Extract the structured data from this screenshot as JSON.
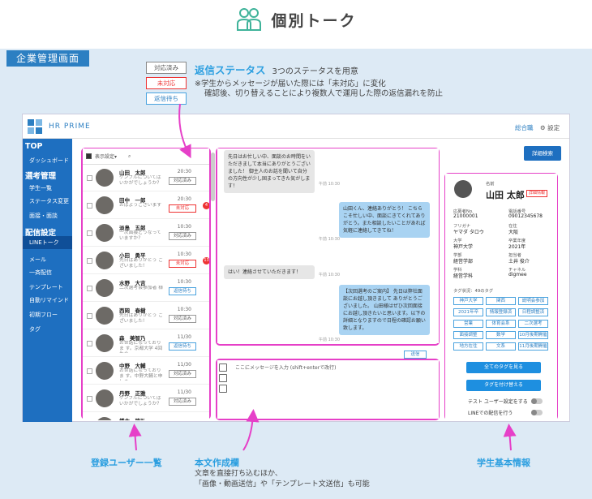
{
  "header": {
    "title": "個別トーク"
  },
  "section_tag": "企業管理画面",
  "status_annotation": {
    "badges": [
      {
        "label": "対応済み",
        "style": "gray"
      },
      {
        "label": "未対応",
        "style": "red"
      },
      {
        "label": "返信待ち",
        "style": "blue"
      }
    ],
    "title": "返信ステータス",
    "title_note": "3つのステータスを用意",
    "line1": "※学生からメッセージが届いた際には「未対応」に変化",
    "line2": "確認後、切り替えることにより複数人で運用した際の返信漏れを防止"
  },
  "app": {
    "logo_text": "HR PRIME",
    "top_link": "総合職",
    "top_settings": "⚙ 設定",
    "sidebar": [
      {
        "label": "TOP",
        "type": "head"
      },
      {
        "label": "ダッシュボード",
        "type": "item"
      },
      {
        "label": "選考管理",
        "type": "head"
      },
      {
        "label": "学生一覧",
        "type": "item"
      },
      {
        "label": "ステータス変更",
        "type": "item"
      },
      {
        "label": "面接・面談",
        "type": "item"
      },
      {
        "label": "配信設定",
        "type": "head"
      },
      {
        "label": "LINEトーク",
        "type": "active"
      },
      {
        "label": "メール",
        "type": "item"
      },
      {
        "label": "一斉配信",
        "type": "item"
      },
      {
        "label": "テンプレート",
        "type": "item"
      },
      {
        "label": "自動リマインド",
        "type": "item"
      },
      {
        "label": "初期フロー",
        "type": "item"
      },
      {
        "label": "タグ",
        "type": "item"
      }
    ],
    "list_header": "表示設定▾",
    "users": [
      {
        "name": "山田　太郎",
        "msg": "ケンブルについては いかがでしょうか?",
        "time": "20:30",
        "status": "対応済み",
        "style": "gray",
        "count": ""
      },
      {
        "name": "田中　一郎",
        "msg": "おはようございます",
        "time": "20:30",
        "status": "未対応",
        "style": "red",
        "count": "4"
      },
      {
        "name": "淡島　五郎",
        "msg": "一次面接どうなって いますか?",
        "time": "10:30",
        "status": "対応済み",
        "style": "gray",
        "count": ""
      },
      {
        "name": "小田　勇平",
        "msg": "先日はありがとう ございました!",
        "time": "10:30",
        "status": "未対応",
        "style": "red",
        "count": "13"
      },
      {
        "name": "水野　大吉",
        "msg": "二次選考会参加者 様",
        "time": "10:30",
        "status": "返信待ち",
        "style": "blue",
        "count": ""
      },
      {
        "name": "西岡　春樹",
        "msg": "先日はありがとう ございました!",
        "time": "10:30",
        "status": "対応済み",
        "style": "gray",
        "count": ""
      },
      {
        "name": "森　美智乃",
        "msg": "お世話になっておりま す。京都大学 4回生の",
        "time": "11/30",
        "status": "返信待ち",
        "style": "blue",
        "count": ""
      },
      {
        "name": "中野　大輔",
        "msg": "お世話になっておりま す。中野大輔と申しま",
        "time": "11/30",
        "status": "対応済み",
        "style": "gray",
        "count": ""
      },
      {
        "name": "丹野　正雅",
        "msg": "ケンブルについては いかがでしょうか?",
        "time": "11/30",
        "status": "対応済み",
        "style": "gray",
        "count": ""
      },
      {
        "name": "橋本　雅弘",
        "msg": "",
        "time": "",
        "status": "",
        "style": "gray",
        "count": ""
      }
    ],
    "messages": [
      {
        "side": "left",
        "text": "先日はお忙しい中、面談のお時間をいただきまして本当にありがとうございました！ 御主人のお話を聞いて自分の方向性が少し固まってきた気がします！",
        "time": "午前 10:30"
      },
      {
        "side": "right",
        "text": "山田くん、連絡ありがとう！ こちらこそ忙しい中、面談にきてくれてありがとう。また相談したいことがあれば気軽に連絡してきてね！",
        "time": "午前 10:30"
      },
      {
        "side": "left",
        "text": "はい！連絡させていただきます！",
        "time": "午前 10:30"
      },
      {
        "side": "right",
        "text": "【次回選考のご案内】 先日は弊社面談にお越し頂きまして ありがとうございました。 山田様はぜひ次回面接にお越し頂きたいと思います。以下の詳細となりますので日程の確認お願い致します。",
        "time": "午前 10:30"
      }
    ],
    "send_label": "送信",
    "composer_placeholder": "ここにメッセージを入力 (shift+enterで改行)",
    "detail_search": "詳細検索",
    "student": {
      "name_label": "名前",
      "name": "山田 太郎",
      "detail_tag": "詳細情報",
      "fields": [
        {
          "label": "応募者No.",
          "value": "21000001"
        },
        {
          "label": "電話番号",
          "value": "09012345678"
        },
        {
          "label": "フリガナ",
          "value": "ヤマダ タロウ"
        },
        {
          "label": "在住",
          "value": "大阪"
        },
        {
          "label": "大学",
          "value": "神戸大学"
        },
        {
          "label": "卒業年度",
          "value": "2021年"
        },
        {
          "label": "学部",
          "value": "経営学部"
        },
        {
          "label": "担当者",
          "value": "土井 俊介"
        },
        {
          "label": "学科",
          "value": "経営学科"
        },
        {
          "label": "チャネル",
          "value": "digmee"
        }
      ],
      "tag_status": "タグ状況：49のタグ",
      "tags": [
        "神戸大学",
        "関西",
        "説明会参加",
        "2021年卒",
        "情報登録済",
        "日程調整済",
        "営業",
        "体育会系",
        "二次選考",
        "面接調整",
        "数学",
        "10月後期開催",
        "地方在住",
        "文系",
        "11月後期開催"
      ],
      "btn_all_tags": "全てのタグを見る",
      "btn_replace_tags": "タグを付け替える",
      "toggle1": "テスト ユーザー設定をする",
      "toggle2": "LINEでの配信を行う"
    }
  },
  "bottom": {
    "list_label": "登録ユーザー一覧",
    "composer_label": "本文作成欄",
    "composer_sub1": "文章を直接打ち込むほか、",
    "composer_sub2": "「画像・動画送信」や「テンプレート文送信」も可能",
    "student_label": "学生基本情報"
  },
  "colors": {
    "pink": "#e640c8",
    "blue": "#2c9fe0",
    "sidebar": "#1e6fc0"
  }
}
